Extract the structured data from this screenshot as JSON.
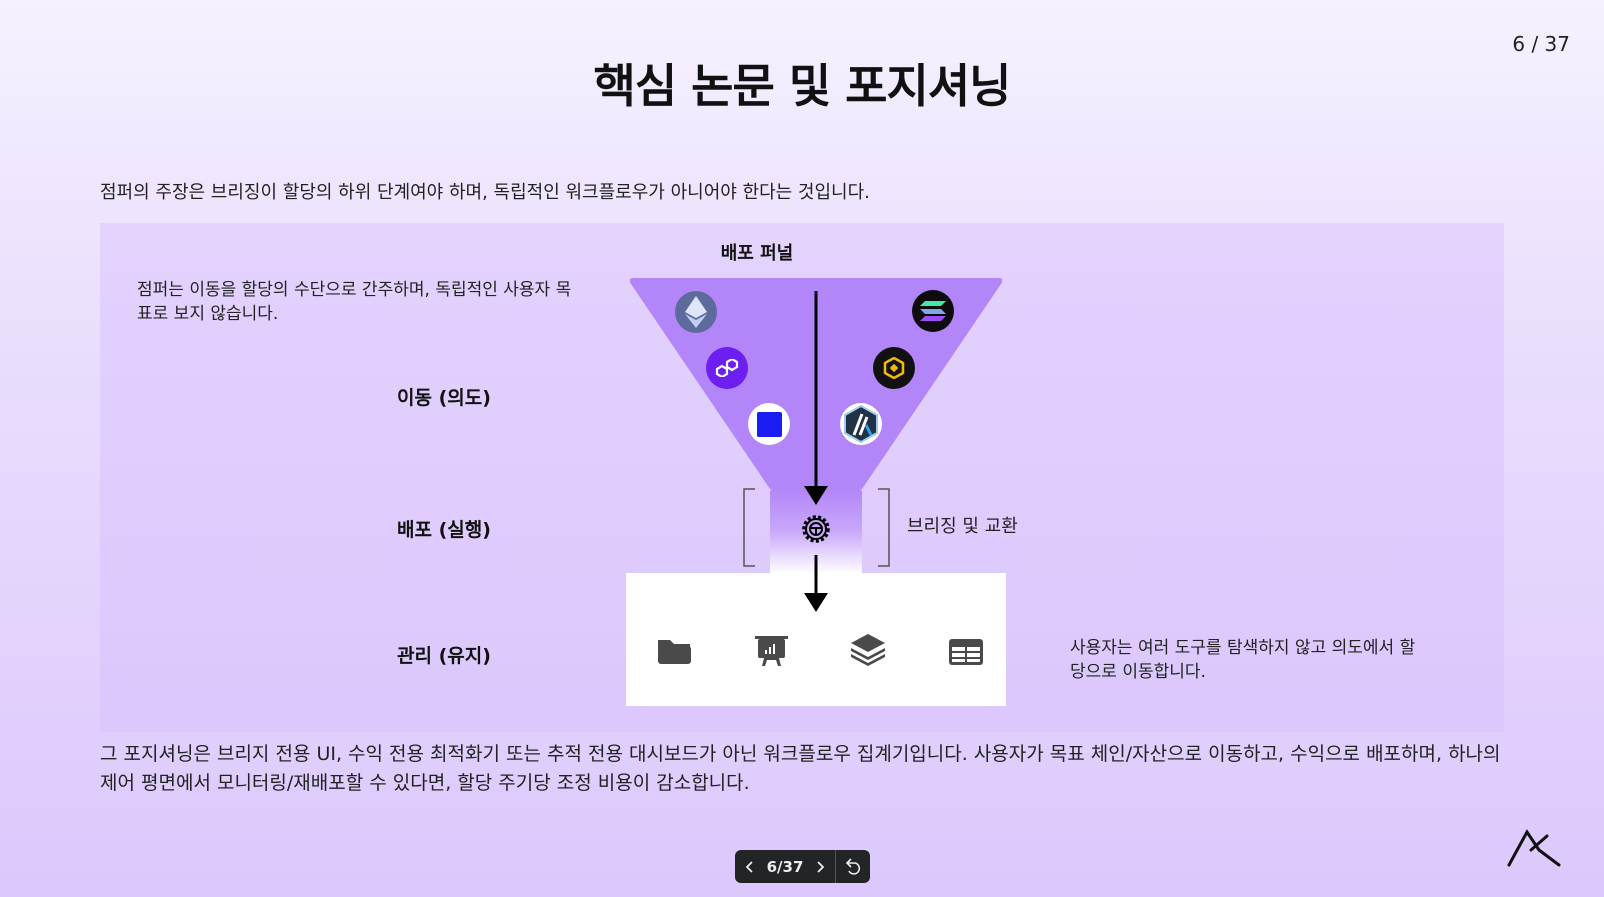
{
  "slide": {
    "title": "핵심 논문 및 포지셔닝",
    "counter": "6 / 37",
    "intro": "점퍼의 주장은 브리징이 할당의 하위 단계여야 하며, 독립적인 워크플로우가 아니어야 한다는 것입니다.",
    "bottom": "그 포지셔닝은 브리지 전용 UI, 수익 전용 최적화기 또는 추적 전용 대시보드가 아닌 워크플로우 집계기입니다. 사용자가 목표 체인/자산으로 이동하고, 수익으로 배포하며, 하나의 제어 평면에서 모니터링/재배포할 수 있다면, 할당 주기당 조정 비용이 감소합니다."
  },
  "diagram": {
    "title": "배포 퍼널",
    "left_note": "점퍼는 이동을 할당의 수단으로 간주하며, 독립적인 사용자 목표로 보지 않습니다.",
    "right_note": "사용자는 여러 도구를 탐색하지 않고 의도에서 할당으로 이동합니다.",
    "stages": [
      "이동 (의도)",
      "배포 (실행)",
      "관리 (유지)"
    ],
    "bridge_label": "브리징 및 교환",
    "chains": [
      "ethereum-icon",
      "polygon-icon",
      "base-icon",
      "solana-icon",
      "bnb-icon",
      "arbitrum-icon"
    ],
    "tools": [
      "folder-icon",
      "presentation-chart-icon",
      "layers-icon",
      "table-icon"
    ],
    "colors": {
      "funnel": "#b285f8",
      "panel": "#e3d3fd"
    }
  },
  "nav": {
    "page": "6/37"
  }
}
